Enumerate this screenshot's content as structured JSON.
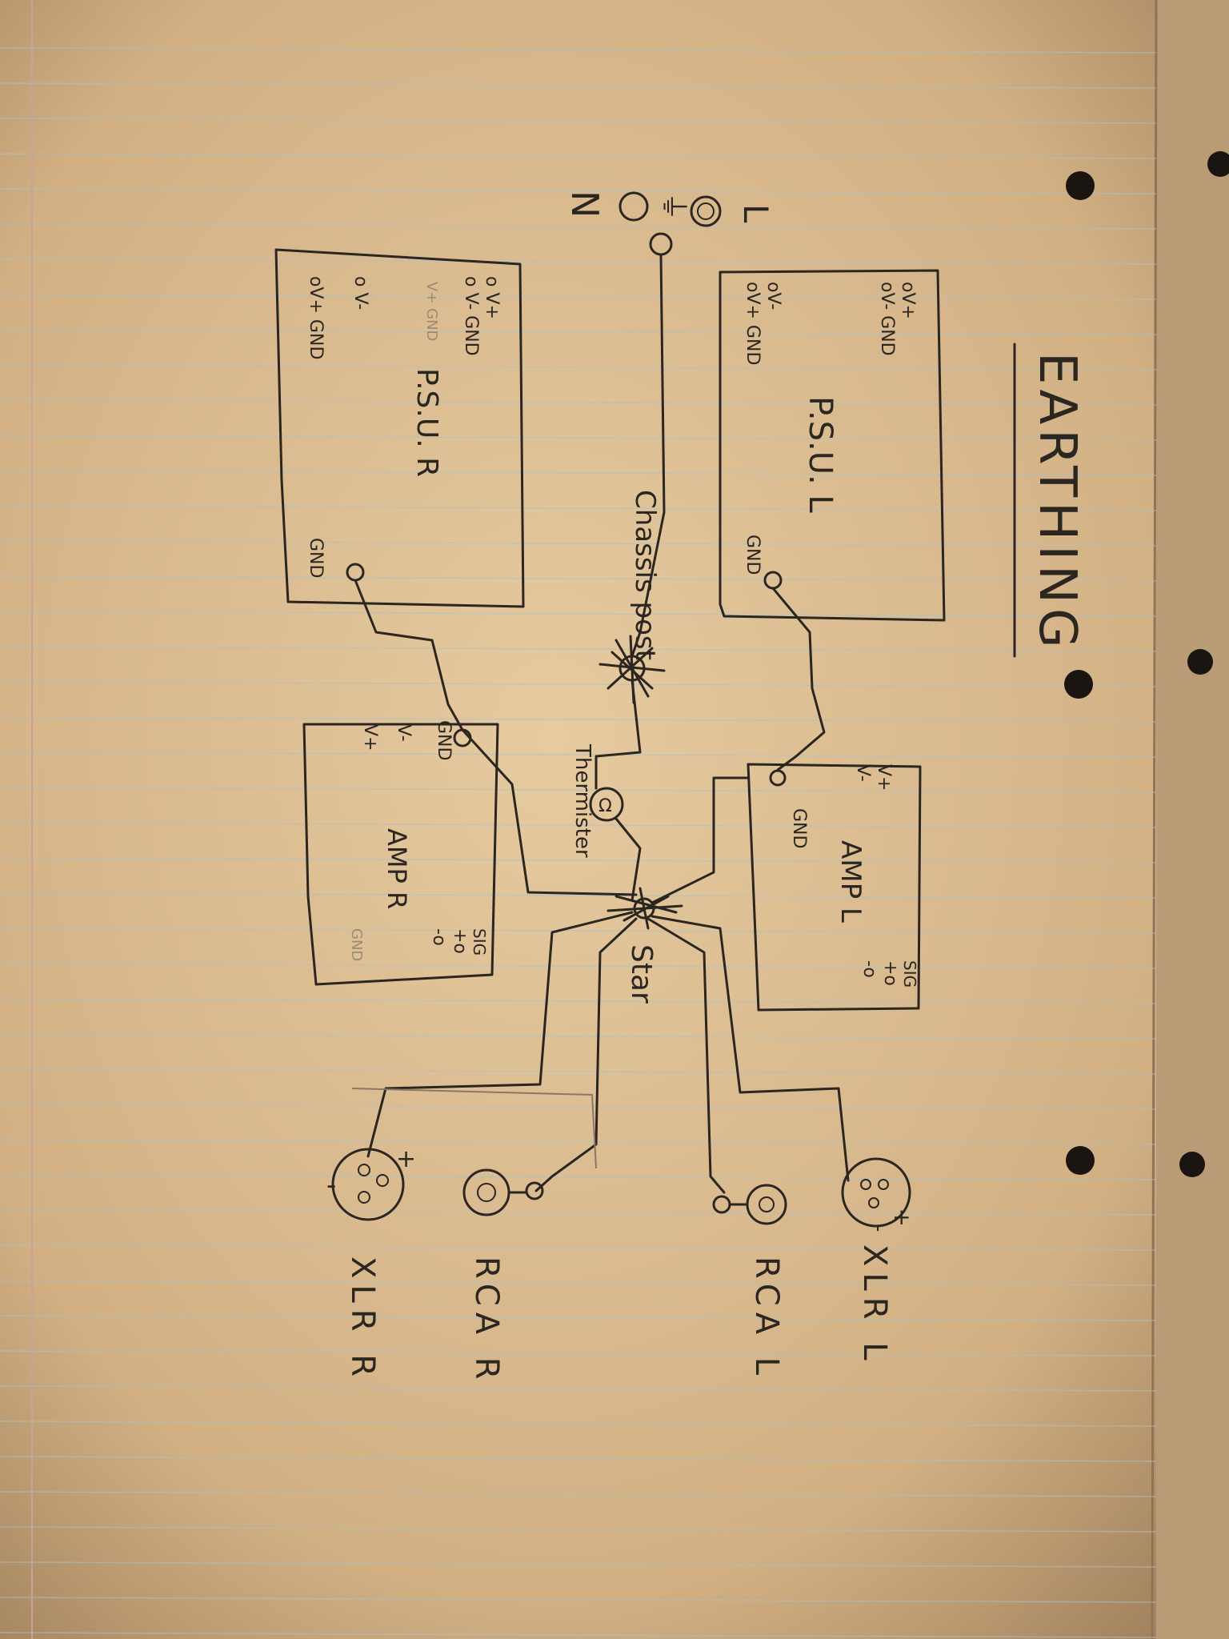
{
  "title": "EARTHING",
  "mains": {
    "n": "N",
    "l": "L",
    "earth_symbol": "⏚"
  },
  "psu_left": {
    "label": "P.S.U. L",
    "pins": [
      "oV+",
      "oV- GND",
      "oV-",
      "oV+ GND"
    ],
    "gnd": "GND"
  },
  "psu_right": {
    "label": "P.S.U. R",
    "pins": [
      "o V+",
      "o V- GND",
      "V+ GND",
      "o V-",
      "oV+ GND"
    ],
    "gnd": "GND"
  },
  "chassis_post": "Chassis post",
  "thermistor": "Thermister",
  "star": "Star",
  "amp_left": {
    "label": "AMP L",
    "pins": [
      "V+",
      "V-"
    ],
    "gnd": "GND",
    "sig": [
      "SIG",
      "+o",
      "-o"
    ]
  },
  "amp_right": {
    "label": "AMP R",
    "pins": [
      "GND",
      "V-",
      "V+"
    ],
    "sig": [
      "SIG",
      "+o",
      "-o",
      "GND"
    ]
  },
  "connectors": {
    "xlr_l": "XLR L",
    "rca_l": "RCA L",
    "rca_r": "RCA R",
    "xlr_r": "XLR R",
    "plus": "+",
    "minus": "-"
  },
  "colors": {
    "paper": "#d9b98d",
    "ink": "#2b2620",
    "ruling": "#a9c2c9",
    "margin": "#c99a9a"
  }
}
